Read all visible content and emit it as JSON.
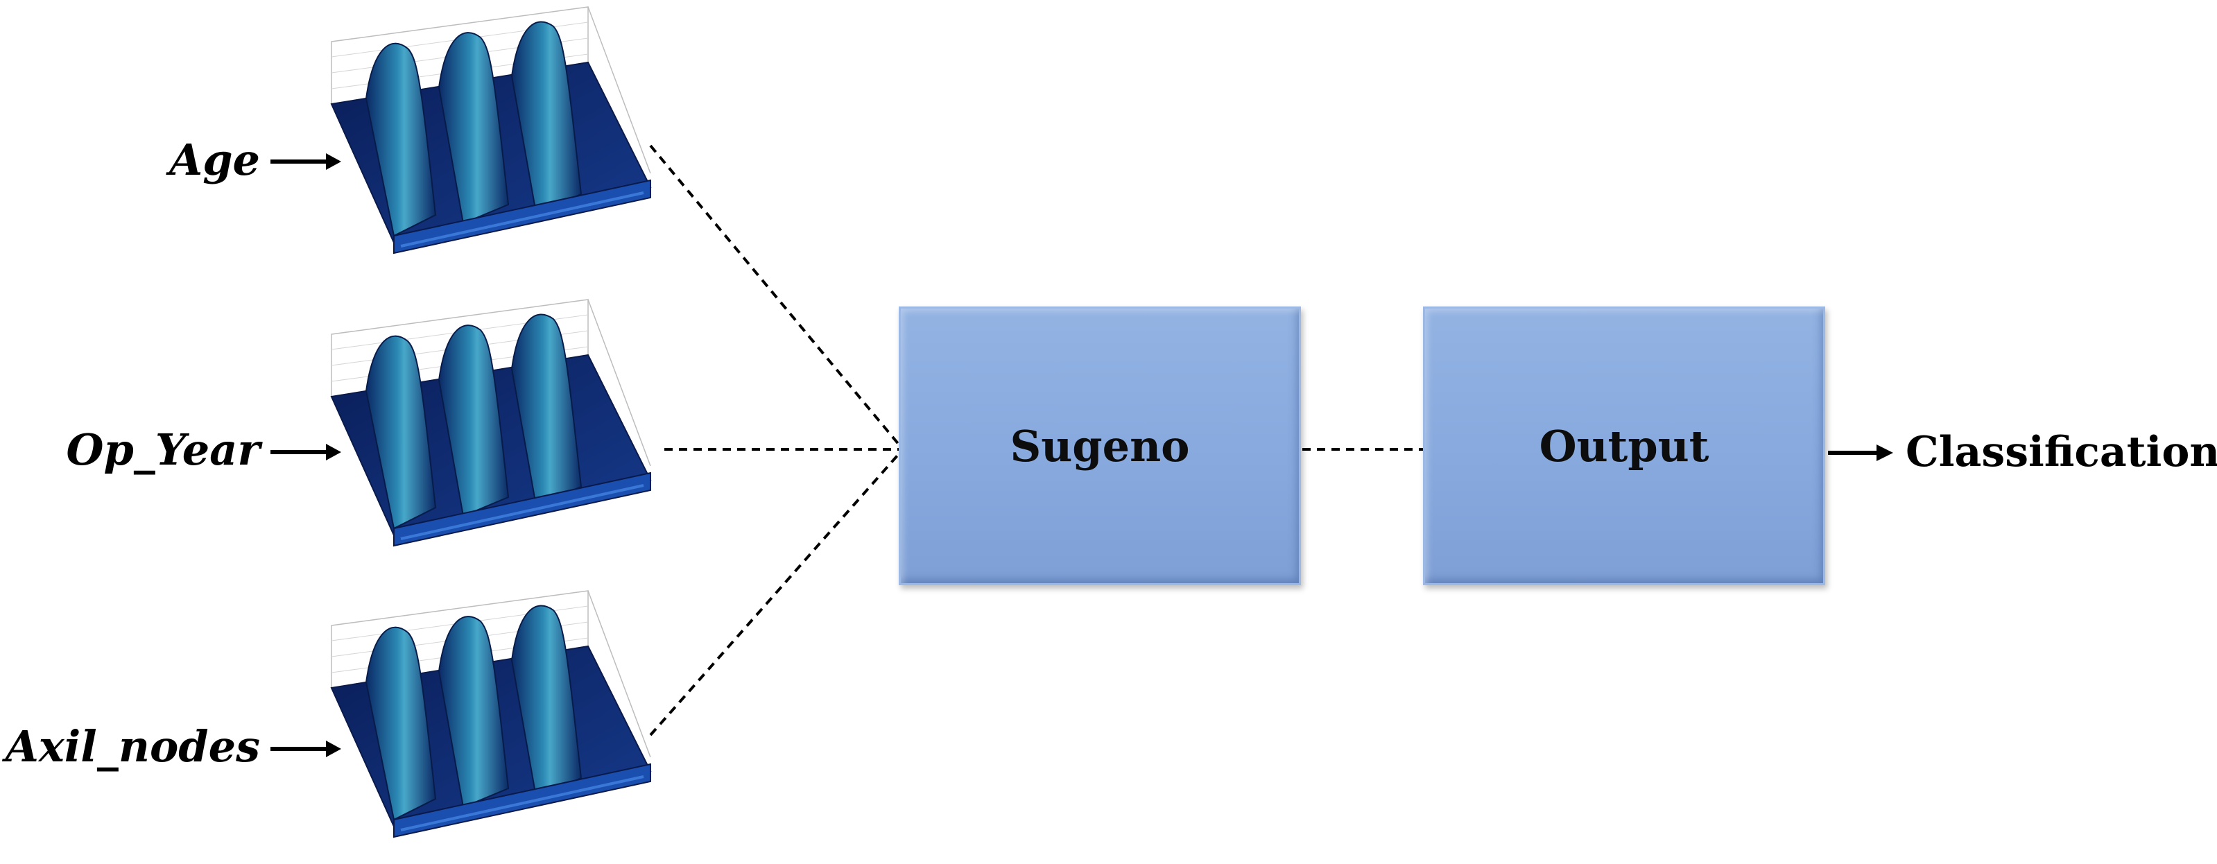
{
  "inputs": [
    {
      "label": "Age",
      "icon": "membership-surface-plot-icon"
    },
    {
      "label": "Op_Year",
      "icon": "membership-surface-plot-icon"
    },
    {
      "label": "Axil_nodes",
      "icon": "membership-surface-plot-icon"
    }
  ],
  "blocks": {
    "inference": "Sugeno",
    "output": "Output"
  },
  "result_label": "Classification",
  "colors": {
    "block_fill": "#86a8dd",
    "surface_dark": "#0a1f5c",
    "surface_light": "#2f8fb5",
    "line": "#000000"
  }
}
